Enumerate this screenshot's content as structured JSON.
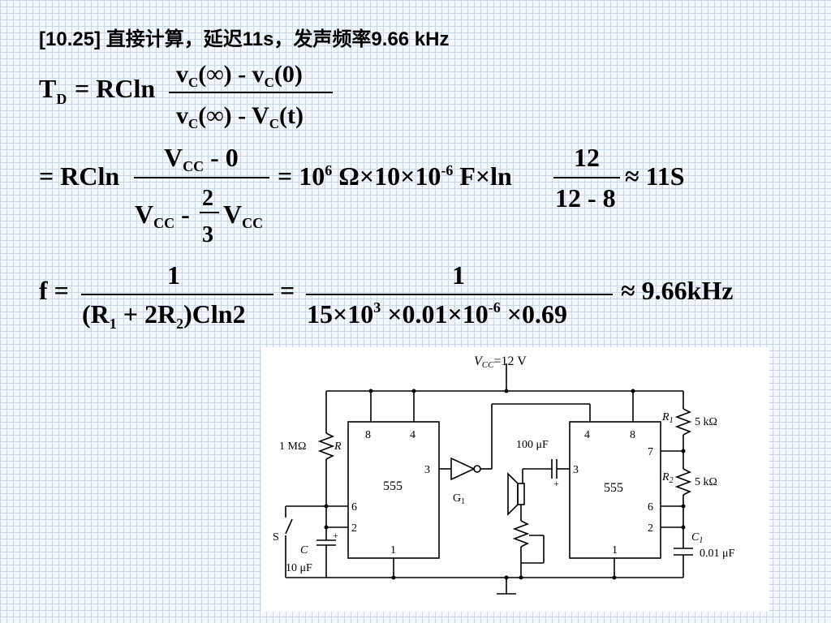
{
  "heading": "[10.25] 直接计算，延迟11s，发声频率9.66 kHz",
  "eq1": {
    "lhs": "T",
    "lhs_sub": "D",
    "prefix": "= RCln",
    "num": "v_C(∞) - v_C(0)",
    "den": "v_C(∞) - V_C(t)"
  },
  "eq2": {
    "prefix": "= RCln",
    "num": "V_CC - 0",
    "den": "V_CC - (2/3)V_CC",
    "middle": "= 10^6 Ω × 10 × 10^-6 F × ln",
    "num2": "12",
    "den2": "12 - 8",
    "result": "≈ 11S"
  },
  "eq3": {
    "lhs": "f =",
    "num": "1",
    "den": "(R1 + 2R2)Cln2",
    "eq": "=",
    "num2": "1",
    "den2": "15×10^3 × 0.01×10^-6 × 0.69",
    "result": "≈ 9.66kHz"
  },
  "circuit": {
    "vcc": "V_CC=12 V",
    "chip_label": "555",
    "gate_label": "G1",
    "left_pins": {
      "p8": "8",
      "p4": "4",
      "p3": "3",
      "p6": "6",
      "p2": "2",
      "p1": "1"
    },
    "right_pins": {
      "p4": "4",
      "p8": "8",
      "p3": "3",
      "p7": "7",
      "p6": "6",
      "p2": "2",
      "p1": "1"
    },
    "r_label": "1 MΩ",
    "r_name": "R",
    "switch": "S",
    "c_name": "C",
    "c_value": "10 μF",
    "cap100": "100 μF",
    "r1_name": "R1",
    "r1_value": "5 kΩ",
    "r2_name": "R2",
    "r2_value": "5 kΩ",
    "c1_name": "C1",
    "c1_value": "0.01 μF",
    "plus": "+"
  }
}
